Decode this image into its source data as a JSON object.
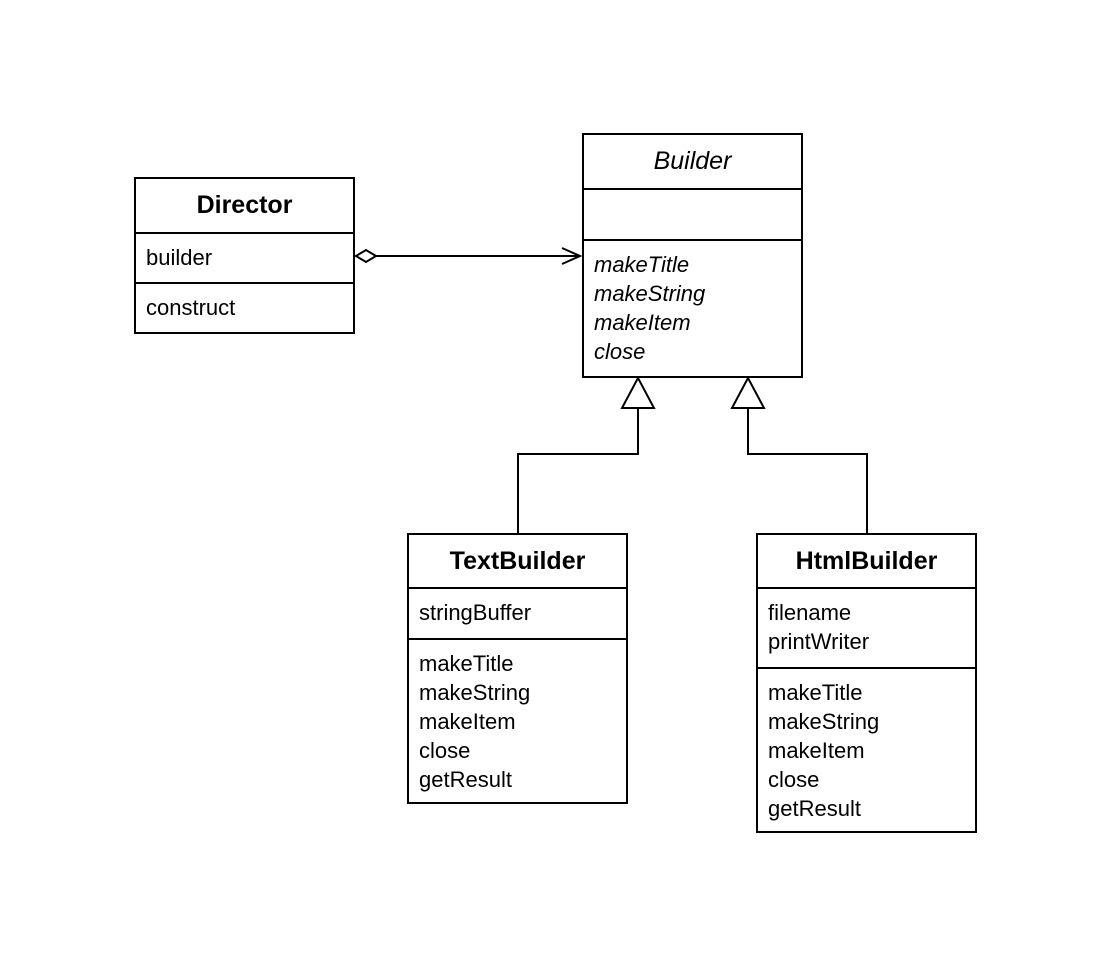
{
  "diagram": {
    "classes": {
      "director": {
        "name": "Director",
        "attributes": [
          "builder"
        ],
        "operations": [
          "construct"
        ]
      },
      "builder": {
        "name": "Builder",
        "abstract": true,
        "attributes": [],
        "operations": [
          "makeTitle",
          "makeString",
          "makeItem",
          "close"
        ]
      },
      "text_builder": {
        "name": "TextBuilder",
        "attributes": [
          "stringBuffer"
        ],
        "operations": [
          "makeTitle",
          "makeString",
          "makeItem",
          "close",
          "getResult"
        ]
      },
      "html_builder": {
        "name": "HtmlBuilder",
        "attributes": [
          "filename",
          "printWriter"
        ],
        "operations": [
          "makeTitle",
          "makeString",
          "makeItem",
          "close",
          "getResult"
        ]
      }
    },
    "relationships": [
      {
        "type": "aggregation",
        "from": "Director",
        "to": "Builder"
      },
      {
        "type": "generalization",
        "from": "TextBuilder",
        "to": "Builder"
      },
      {
        "type": "generalization",
        "from": "HtmlBuilder",
        "to": "Builder"
      }
    ]
  }
}
